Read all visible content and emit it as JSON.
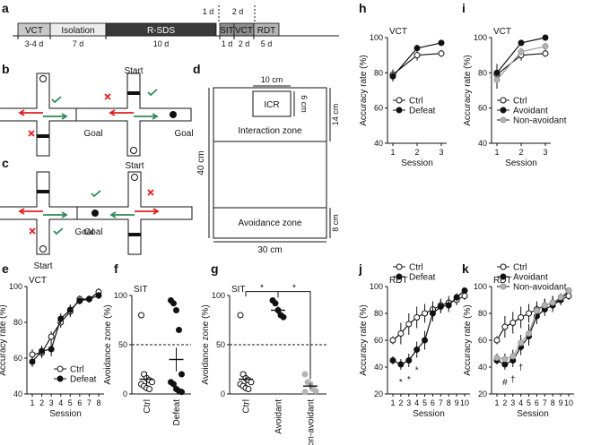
{
  "panel_letters": [
    "a",
    "b",
    "c",
    "d",
    "e",
    "f",
    "g",
    "h",
    "i",
    "j",
    "k"
  ],
  "timeline": {
    "top_labels": [
      "1 d",
      "2 d"
    ],
    "stages": [
      {
        "name": "VCT",
        "duration": "3-4 d",
        "color": "#c8c8c8"
      },
      {
        "name": "Isolation",
        "duration": "7 d",
        "color": "#ececec"
      },
      {
        "name": "R-SDS",
        "duration": "10 d",
        "color": "#3a3a3a"
      },
      {
        "name": "SIT",
        "duration": "1 d",
        "color": "#8c8c8c"
      },
      {
        "name": "VCT",
        "duration": "2 d",
        "color": "#8c8c8c"
      },
      {
        "name": "RDT",
        "duration": "5 d",
        "color": "#b4b4b4"
      }
    ]
  },
  "maze": {
    "start_label": "Start",
    "goal_label": "Goal",
    "colors": {
      "correct": "#2e8b57",
      "error": "#e02020",
      "star": "#f2d024",
      "square": "#2b8fd6"
    }
  },
  "arena": {
    "icr_label": "ICR",
    "interaction_label": "Interaction zone",
    "avoidance_label": "Avoidance zone",
    "width_label": "30 cm",
    "height_label": "40 cm",
    "icr_width_label": "10 cm",
    "icr_height_label": "6 cm",
    "interaction_depth_label": "14 cm",
    "avoidance_depth_label": "8 cm"
  },
  "chart_data": [
    {
      "panel": "e",
      "type": "line",
      "title": "VCT",
      "xlabel": "Session",
      "ylabel": "Accuracy rate (%)",
      "ylim": [
        40,
        100
      ],
      "yticks": [
        40,
        60,
        80,
        100
      ],
      "x": [
        1,
        2,
        3,
        4,
        5,
        6,
        7,
        8
      ],
      "series": [
        {
          "name": "Ctrl",
          "values": [
            62,
            63,
            72,
            80,
            86,
            93,
            93,
            97
          ],
          "err": [
            3,
            3,
            3,
            3,
            3,
            2,
            2,
            2
          ],
          "color": "#ffffff"
        },
        {
          "name": "Defeat",
          "values": [
            58,
            64,
            65,
            82,
            87,
            92,
            93,
            95
          ],
          "err": [
            3,
            3,
            4,
            3,
            3,
            2,
            2,
            2
          ],
          "color": "#111111"
        }
      ]
    },
    {
      "panel": "f",
      "type": "scatter",
      "title": "SIT",
      "xlabel": "",
      "ylabel": "Avoidance zone (%)",
      "ylim": [
        0,
        100
      ],
      "yticks": [
        0,
        50,
        100
      ],
      "threshold": 50,
      "categories": [
        "Ctrl",
        "Defeat"
      ],
      "groups": [
        {
          "name": "Ctrl",
          "points": [
            80,
            20,
            16,
            14,
            12,
            10,
            8,
            6,
            5
          ],
          "mean": 15,
          "sem": 7,
          "color": "#ffffff"
        },
        {
          "name": "Defeat",
          "points": [
            95,
            92,
            85,
            65,
            20,
            12,
            10,
            5,
            3,
            2
          ],
          "mean": 35,
          "sem": 12,
          "color": "#111111"
        }
      ]
    },
    {
      "panel": "g",
      "type": "scatter",
      "title": "SIT",
      "xlabel": "",
      "ylabel": "Avoidance zone (%)",
      "ylim": [
        0,
        100
      ],
      "yticks": [
        0,
        50,
        100
      ],
      "threshold": 50,
      "categories": [
        "Ctrl",
        "Avoidant",
        "Non-avoidant"
      ],
      "groups": [
        {
          "name": "Ctrl",
          "points": [
            80,
            20,
            16,
            14,
            12,
            10,
            8,
            6,
            5
          ],
          "mean": 15,
          "sem": 7,
          "color": "#ffffff"
        },
        {
          "name": "Avoidant",
          "points": [
            95,
            92,
            85,
            80,
            78
          ],
          "mean": 85,
          "sem": 4,
          "color": "#111111"
        },
        {
          "name": "Non-avoidant",
          "points": [
            20,
            12,
            10,
            5,
            3,
            2
          ],
          "mean": 8,
          "sem": 3,
          "color": "#b4b4b4"
        }
      ],
      "annotations": [
        "*",
        "*"
      ]
    },
    {
      "panel": "h",
      "type": "line",
      "title": "VCT",
      "xlabel": "Session",
      "ylabel": "Accuracy rate (%)",
      "ylim": [
        40,
        100
      ],
      "yticks": [
        40,
        60,
        80,
        100
      ],
      "x": [
        1,
        2,
        3
      ],
      "series": [
        {
          "name": "Ctrl",
          "values": [
            79,
            90,
            91
          ],
          "err": [
            3,
            3,
            2
          ],
          "color": "#ffffff"
        },
        {
          "name": "Defeat",
          "values": [
            78,
            94,
            97
          ],
          "err": [
            3,
            2,
            1
          ],
          "color": "#111111"
        }
      ]
    },
    {
      "panel": "i",
      "type": "line",
      "title": "VCT",
      "xlabel": "Session",
      "ylabel": "Accuracy rate (%)",
      "ylim": [
        40,
        100
      ],
      "yticks": [
        40,
        60,
        80,
        100
      ],
      "x": [
        1,
        2,
        3
      ],
      "series": [
        {
          "name": "Ctrl",
          "values": [
            79,
            90,
            91
          ],
          "err": [
            4,
            3,
            2
          ],
          "color": "#ffffff"
        },
        {
          "name": "Avoidant",
          "values": [
            80,
            97,
            100
          ],
          "err": [
            5,
            1,
            0
          ],
          "color": "#111111"
        },
        {
          "name": "Non-avoidant",
          "values": [
            76,
            92,
            95
          ],
          "err": [
            5,
            2,
            2
          ],
          "color": "#b4b4b4"
        }
      ]
    },
    {
      "panel": "j",
      "type": "line",
      "title": "RDT",
      "xlabel": "Session",
      "ylabel": "Accuracy rate (%)",
      "ylim": [
        20,
        100
      ],
      "yticks": [
        20,
        40,
        60,
        80,
        100
      ],
      "x": [
        1,
        2,
        3,
        4,
        5,
        6,
        7,
        8,
        9,
        10
      ],
      "series": [
        {
          "name": "Ctrl",
          "values": [
            60,
            65,
            72,
            77,
            80,
            83,
            86,
            88,
            90,
            93
          ],
          "err": [
            3,
            8,
            8,
            8,
            7,
            6,
            5,
            5,
            4,
            3
          ],
          "color": "#ffffff"
        },
        {
          "name": "Defeat",
          "values": [
            45,
            42,
            45,
            53,
            60,
            80,
            85,
            86,
            92,
            97
          ],
          "err": [
            3,
            4,
            5,
            6,
            7,
            6,
            5,
            5,
            3,
            2
          ],
          "color": "#111111"
        }
      ],
      "annotations": [
        "*",
        "*",
        "*"
      ]
    },
    {
      "panel": "k",
      "type": "line",
      "title": "RDT",
      "xlabel": "Session",
      "ylabel": "Accuracy rate (%)",
      "ylim": [
        20,
        100
      ],
      "yticks": [
        20,
        40,
        60,
        80,
        100
      ],
      "x": [
        1,
        2,
        3,
        4,
        5,
        6,
        7,
        8,
        9,
        10
      ],
      "series": [
        {
          "name": "Ctrl",
          "values": [
            60,
            70,
            73,
            77,
            80,
            83,
            86,
            88,
            90,
            93
          ],
          "err": [
            3,
            8,
            8,
            8,
            7,
            6,
            5,
            5,
            4,
            3
          ],
          "color": "#ffffff"
        },
        {
          "name": "Avoidant",
          "values": [
            45,
            42,
            45,
            55,
            63,
            78,
            83,
            86,
            90,
            97
          ],
          "err": [
            3,
            4,
            5,
            6,
            7,
            6,
            5,
            5,
            3,
            2
          ],
          "color": "#111111"
        },
        {
          "name": "Non-avoidant",
          "values": [
            47,
            46,
            48,
            58,
            65,
            82,
            86,
            88,
            92,
            97
          ],
          "err": [
            3,
            4,
            5,
            6,
            7,
            6,
            5,
            5,
            3,
            2
          ],
          "color": "#b4b4b4"
        }
      ],
      "annotations": [
        "#",
        "†",
        "†"
      ]
    }
  ]
}
